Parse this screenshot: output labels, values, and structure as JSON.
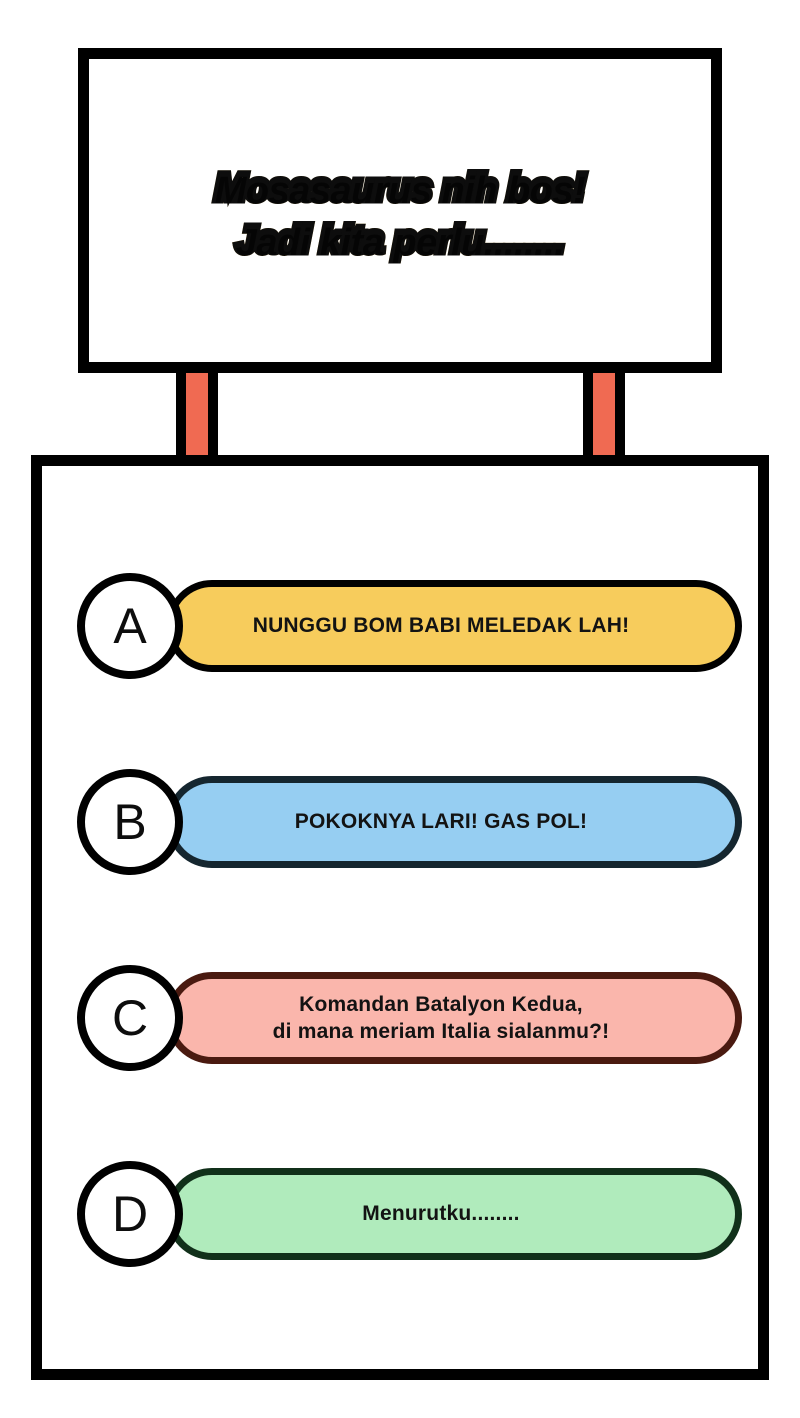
{
  "question": {
    "text": "Mosasaurus nih bos!\nJadi kita perlu........",
    "text_color": "#e8c46a",
    "outline_color": "#0d0d0d",
    "panel_border_color": "#000000",
    "panel_background": "#ffffff"
  },
  "connector": {
    "post_color": "#f06a52",
    "post_border_color": "#000000"
  },
  "answers": {
    "panel_border_color": "#000000",
    "panel_background": "#ffffff",
    "options": [
      {
        "letter": "A",
        "text": "NUNGGU BOM BABI MELEDAK LAH!",
        "fill": "#f7cc5c",
        "border": "#000000"
      },
      {
        "letter": "B",
        "text": "POKOKNYA LARI! GAS POL!",
        "fill": "#96cef2",
        "border": "#15262f"
      },
      {
        "letter": "C",
        "text": "Komandan Batalyon Kedua,\ndi mana meriam Italia sialanmu?!",
        "fill": "#fab6ac",
        "border": "#4a1a10"
      },
      {
        "letter": "D",
        "text": "Menurutku........",
        "fill": "#b0ebbc",
        "border": "#11301a"
      }
    ]
  }
}
